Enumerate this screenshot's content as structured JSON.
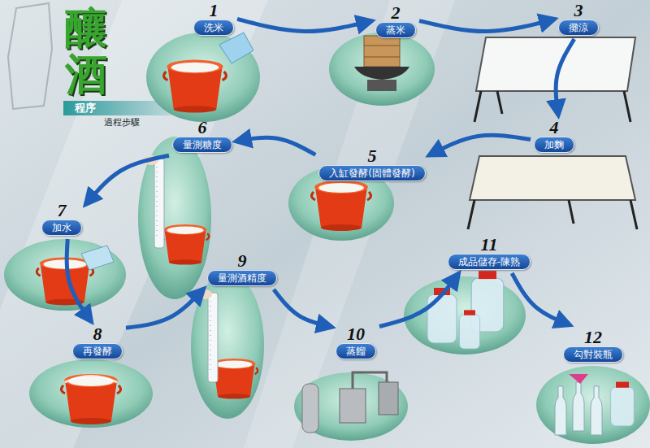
{
  "diagram": {
    "title": "釀酒",
    "nodes": [
      {
        "text": [
          "1",
          "洗米"
        ]
      },
      {
        "text": [
          "2",
          "蒸米"
        ]
      },
      {
        "text": [
          "3",
          "攤涼"
        ]
      },
      {
        "text": [
          "4",
          "加麴"
        ]
      },
      {
        "text": [
          "5",
          "入缸發酵(固體發酵)"
        ]
      },
      {
        "text": [
          "6",
          "量測糖度"
        ]
      },
      {
        "text": [
          "7",
          "加水"
        ]
      },
      {
        "text": [
          "8",
          "再發酵"
        ]
      },
      {
        "text": [
          "9",
          "量測酒精度"
        ]
      },
      {
        "text": [
          "10",
          "蒸餾"
        ]
      },
      {
        "text": [
          "11",
          "成品儲存-陳熟"
        ]
      },
      {
        "text": [
          "12",
          "勾對裝瓶"
        ]
      }
    ],
    "edges": [
      {
        "from": 0,
        "to": 1,
        "arrow": "to"
      },
      {
        "from": 1,
        "to": 2,
        "arrow": "to"
      },
      {
        "from": 2,
        "to": 3,
        "arrow": "to"
      },
      {
        "from": 3,
        "to": 4,
        "arrow": "to"
      },
      {
        "from": 4,
        "to": 5,
        "arrow": "to"
      },
      {
        "from": 5,
        "to": 6,
        "arrow": "to"
      },
      {
        "from": 6,
        "to": 7,
        "arrow": "to"
      },
      {
        "from": 7,
        "to": 8,
        "arrow": "to"
      },
      {
        "from": 8,
        "to": 9,
        "arrow": "to"
      },
      {
        "from": 9,
        "to": 10,
        "arrow": "to"
      },
      {
        "from": 10,
        "to": 11,
        "arrow": "to"
      }
    ],
    "labels": [
      "程序",
      "過程步驟"
    ]
  }
}
